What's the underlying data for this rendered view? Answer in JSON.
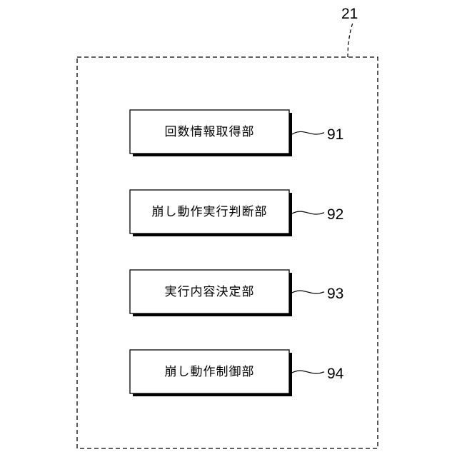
{
  "container": {
    "ref": "21"
  },
  "blocks": [
    {
      "label": "回数情報取得部",
      "ref": "91"
    },
    {
      "label": "崩し動作実行判断部",
      "ref": "92"
    },
    {
      "label": "実行内容決定部",
      "ref": "93"
    },
    {
      "label": "崩し動作制御部",
      "ref": "94"
    }
  ]
}
